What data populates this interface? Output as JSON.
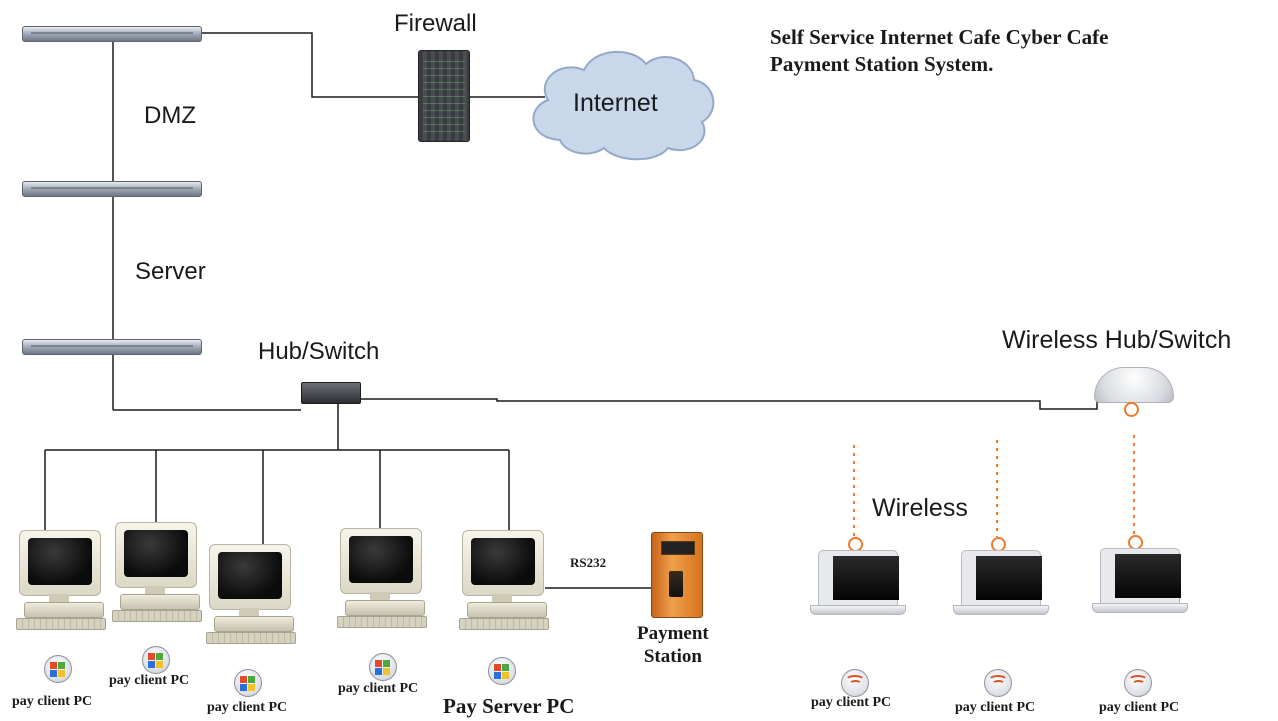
{
  "title": {
    "line1": "Self Service Internet Cafe Cyber Cafe",
    "line2": "Payment Station System."
  },
  "labels": {
    "firewall": "Firewall",
    "internet": "Internet",
    "dmz": "DMZ",
    "server": "Server",
    "hub_switch": "Hub/Switch",
    "wireless_hub_switch": "Wireless Hub/Switch",
    "wireless": "Wireless",
    "rs232": "RS232",
    "payment_station_line1": "Payment",
    "payment_station_line2": "Station"
  },
  "wired_clients": [
    {
      "label": "pay client PC"
    },
    {
      "label": "pay client PC"
    },
    {
      "label": "pay client PC"
    },
    {
      "label": "pay client PC"
    },
    {
      "label": "Pay Server PC"
    }
  ],
  "wireless_clients": [
    {
      "label": "pay client PC"
    },
    {
      "label": "pay client PC"
    },
    {
      "label": "pay client PC"
    }
  ],
  "colors": {
    "wire": "#1a1a1a",
    "wireless_accent": "#f07a2a",
    "cloud": "#c9d7ea"
  }
}
